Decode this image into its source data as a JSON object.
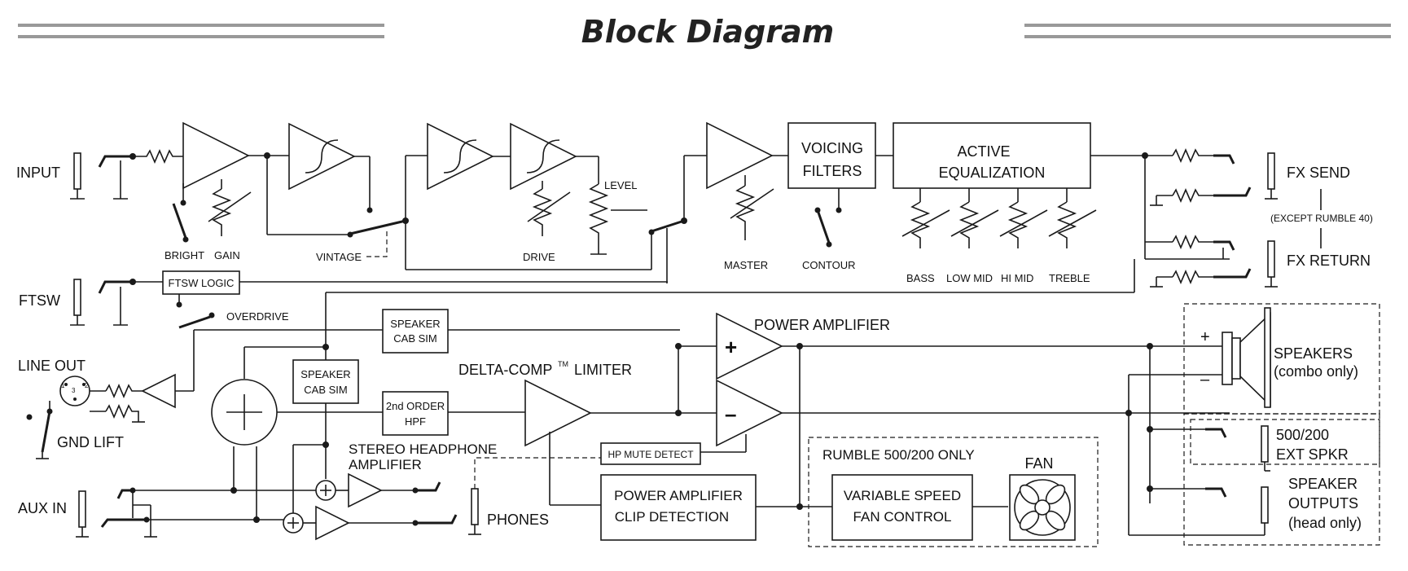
{
  "title": "Block Diagram",
  "labels": {
    "input": "INPUT",
    "ftsw": "FTSW",
    "line_out": "LINE OUT",
    "gnd_lift": "GND LIFT",
    "aux_in": "AUX IN",
    "bright": "BRIGHT",
    "gain": "GAIN",
    "vintage": "VINTAGE",
    "drive": "DRIVE",
    "level": "LEVEL",
    "master": "MASTER",
    "voicing_1": "VOICING",
    "voicing_2": "FILTERS",
    "contour": "CONTOUR",
    "active_1": "ACTIVE",
    "active_2": "EQUALIZATION",
    "bass": "BASS",
    "low_mid": "LOW MID",
    "hi_mid": "HI MID",
    "treble": "TREBLE",
    "fx_send": "FX SEND",
    "fx_return": "FX RETURN",
    "except": "(EXCEPT RUMBLE 40)",
    "ftsw_logic": "FTSW LOGIC",
    "overdrive": "OVERDRIVE",
    "cab_sim_1": "SPEAKER",
    "cab_sim_2": "CAB SIM",
    "power_amp": "POWER AMPLIFIER",
    "delta_comp": "DELTA-COMP",
    "tm": "TM",
    "limiter": "LIMITER",
    "hpf_1": "2nd ORDER",
    "hpf_2": "HPF",
    "stereo_hp_1": "STEREO HEADPHONE",
    "stereo_hp_2": "AMPLIFIER",
    "hp_mute": "HP MUTE DETECT",
    "clip_1": "POWER AMPLIFIER",
    "clip_2": "CLIP DETECTION",
    "phones": "PHONES",
    "rumble_only": "RUMBLE 500/200 ONLY",
    "fan_ctrl_1": "VARIABLE SPEED",
    "fan_ctrl_2": "FAN CONTROL",
    "fan": "FAN",
    "speakers_1": "SPEAKERS",
    "speakers_2": "(combo only)",
    "ext_spkr_1": "500/200",
    "ext_spkr_2": "EXT SPKR",
    "spk_out_1": "SPEAKER",
    "spk_out_2": "OUTPUTS",
    "spk_out_3": "(head only)",
    "plus": "+",
    "minus": "–",
    "xlr_1": "1",
    "xlr_2": "2",
    "xlr_3": "3"
  }
}
